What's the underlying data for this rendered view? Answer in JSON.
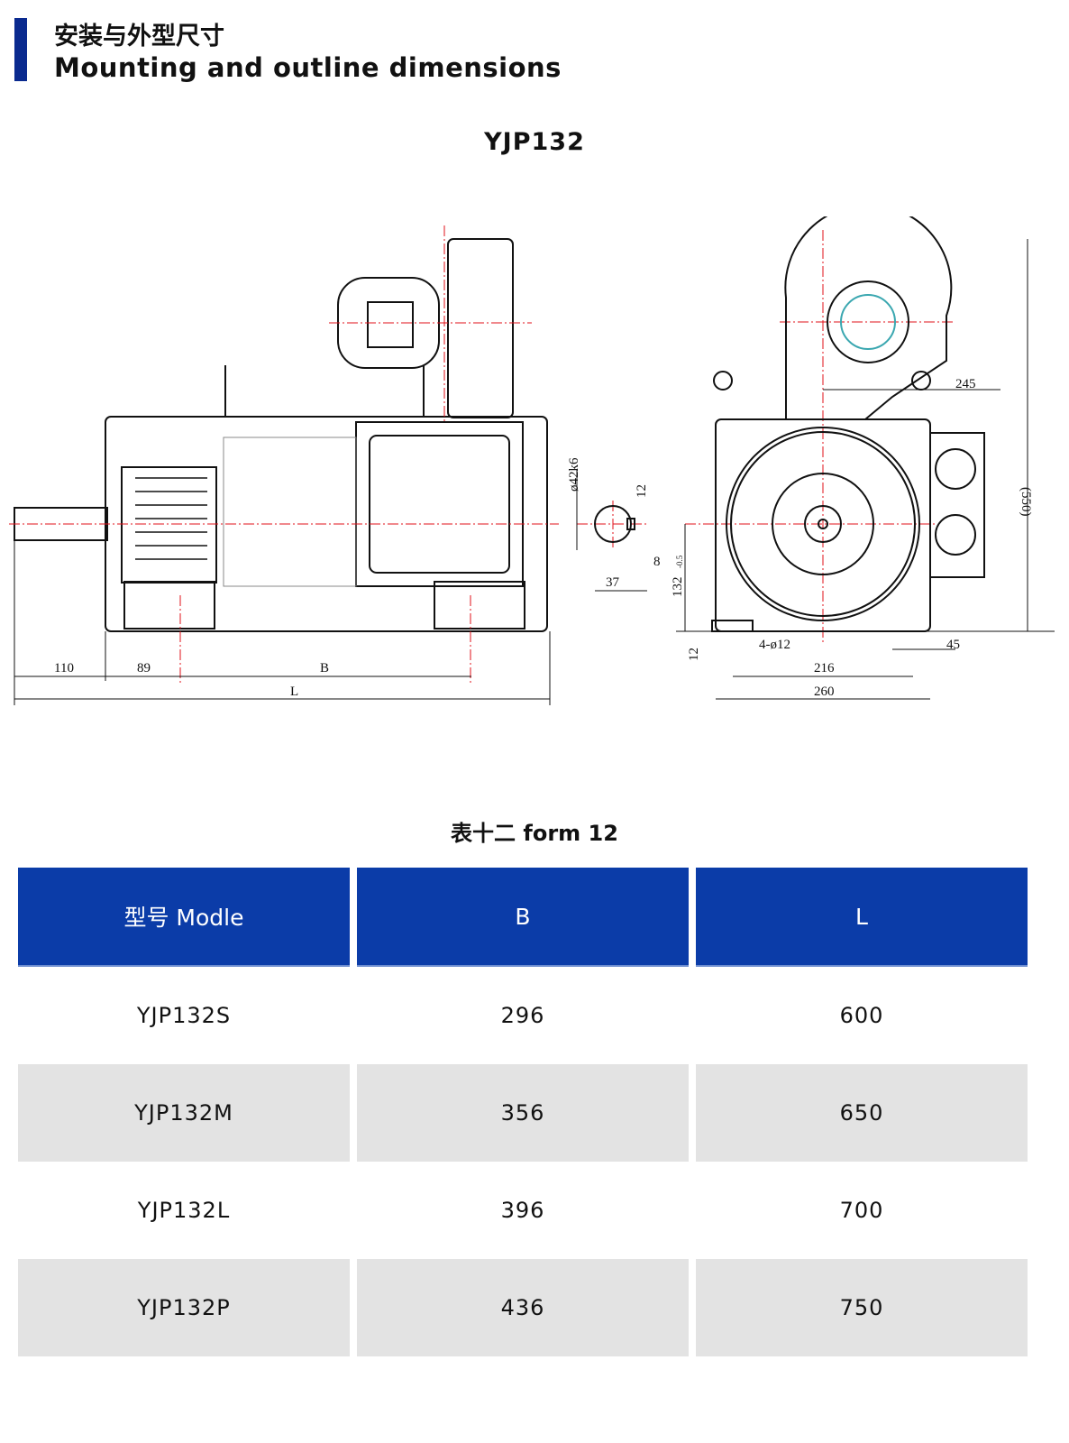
{
  "header": {
    "title_cn": "安装与外型尺寸",
    "title_en": "Mounting and outline dimensions"
  },
  "model_title": "YJP132",
  "drawing": {
    "side_view_dims": {
      "d1": "110",
      "d2": "89",
      "d3": "B",
      "d4": "L"
    },
    "shaft_dims": {
      "shaft_dia": "ø42k6",
      "key_height": "12",
      "key_width": "8",
      "shaft_len": "37",
      "center_height": "132",
      "center_tol": "-0.5"
    },
    "end_view_dims": {
      "fan_offset": "245",
      "overall_height": "(550)",
      "holes": "4-ø12",
      "foot_width": "45",
      "hole_spacing": "216",
      "overall_width": "260",
      "foot_height": "12"
    }
  },
  "table": {
    "caption": "表十二 form 12",
    "headers": [
      "型号 Modle",
      "B",
      "L"
    ],
    "rows": [
      [
        "YJP132S",
        "296",
        "600"
      ],
      [
        "YJP132M",
        "356",
        "650"
      ],
      [
        "YJP132L",
        "396",
        "700"
      ],
      [
        "YJP132P",
        "436",
        "750"
      ]
    ]
  },
  "colors": {
    "accent": "#0b3ca8",
    "centerline": "#e0101a"
  }
}
